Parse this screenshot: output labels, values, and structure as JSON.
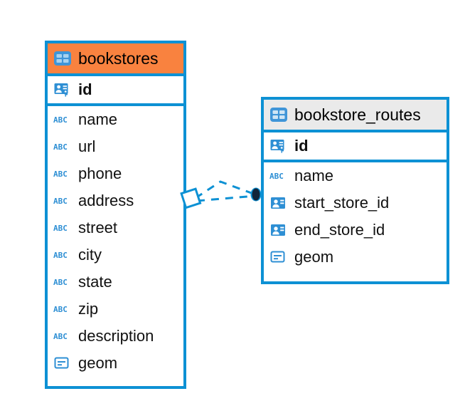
{
  "diagram": {
    "type": "entity-relationship-diagram",
    "background_color": "#ffffff",
    "accent_color": "#0d91d4",
    "entities": [
      {
        "name": "bookstores",
        "header_color": "#f9823f",
        "table_icon": "table-icon",
        "primary_key": {
          "name": "id",
          "icon": "primary-key-icon"
        },
        "columns": [
          {
            "name": "name",
            "icon": "text-abc-icon"
          },
          {
            "name": "url",
            "icon": "text-abc-icon"
          },
          {
            "name": "phone",
            "icon": "text-abc-icon"
          },
          {
            "name": "address",
            "icon": "text-abc-icon"
          },
          {
            "name": "street",
            "icon": "text-abc-icon"
          },
          {
            "name": "city",
            "icon": "text-abc-icon"
          },
          {
            "name": "state",
            "icon": "text-abc-icon"
          },
          {
            "name": "zip",
            "icon": "text-abc-icon"
          },
          {
            "name": "description",
            "icon": "text-abc-icon"
          },
          {
            "name": "geom",
            "icon": "geometry-icon"
          }
        ]
      },
      {
        "name": "bookstore_routes",
        "header_color": "#eaeaea",
        "table_icon": "table-icon",
        "primary_key": {
          "name": "id",
          "icon": "primary-key-icon"
        },
        "columns": [
          {
            "name": "name",
            "icon": "text-abc-icon"
          },
          {
            "name": "start_store_id",
            "icon": "foreign-key-icon"
          },
          {
            "name": "end_store_id",
            "icon": "foreign-key-icon"
          },
          {
            "name": "geom",
            "icon": "geometry-icon"
          }
        ]
      }
    ],
    "relationship": {
      "source_entity": "bookstores",
      "target_entity": "bookstore_routes",
      "line_style": "dashed",
      "line_color": "#0d91d4",
      "source_endpoint_icon": "diamond-endpoint-icon",
      "target_endpoint_icon": "filled-circle-endpoint-icon",
      "target_endpoint_color": "#12253a"
    }
  }
}
